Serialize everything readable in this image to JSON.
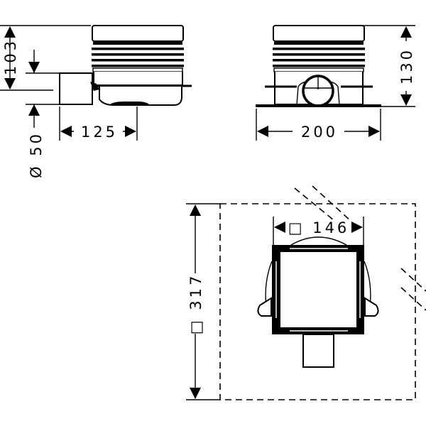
{
  "side_view": {
    "height_label": "103",
    "outlet_height_label": "Ø 50",
    "width_label": "125"
  },
  "front_view": {
    "height_label": "130",
    "width_label": "200"
  },
  "top_view": {
    "grate_label": "□ 146",
    "installation_label": "□ 317"
  },
  "colors": {
    "line": "#000000",
    "background": "#ffffff"
  }
}
